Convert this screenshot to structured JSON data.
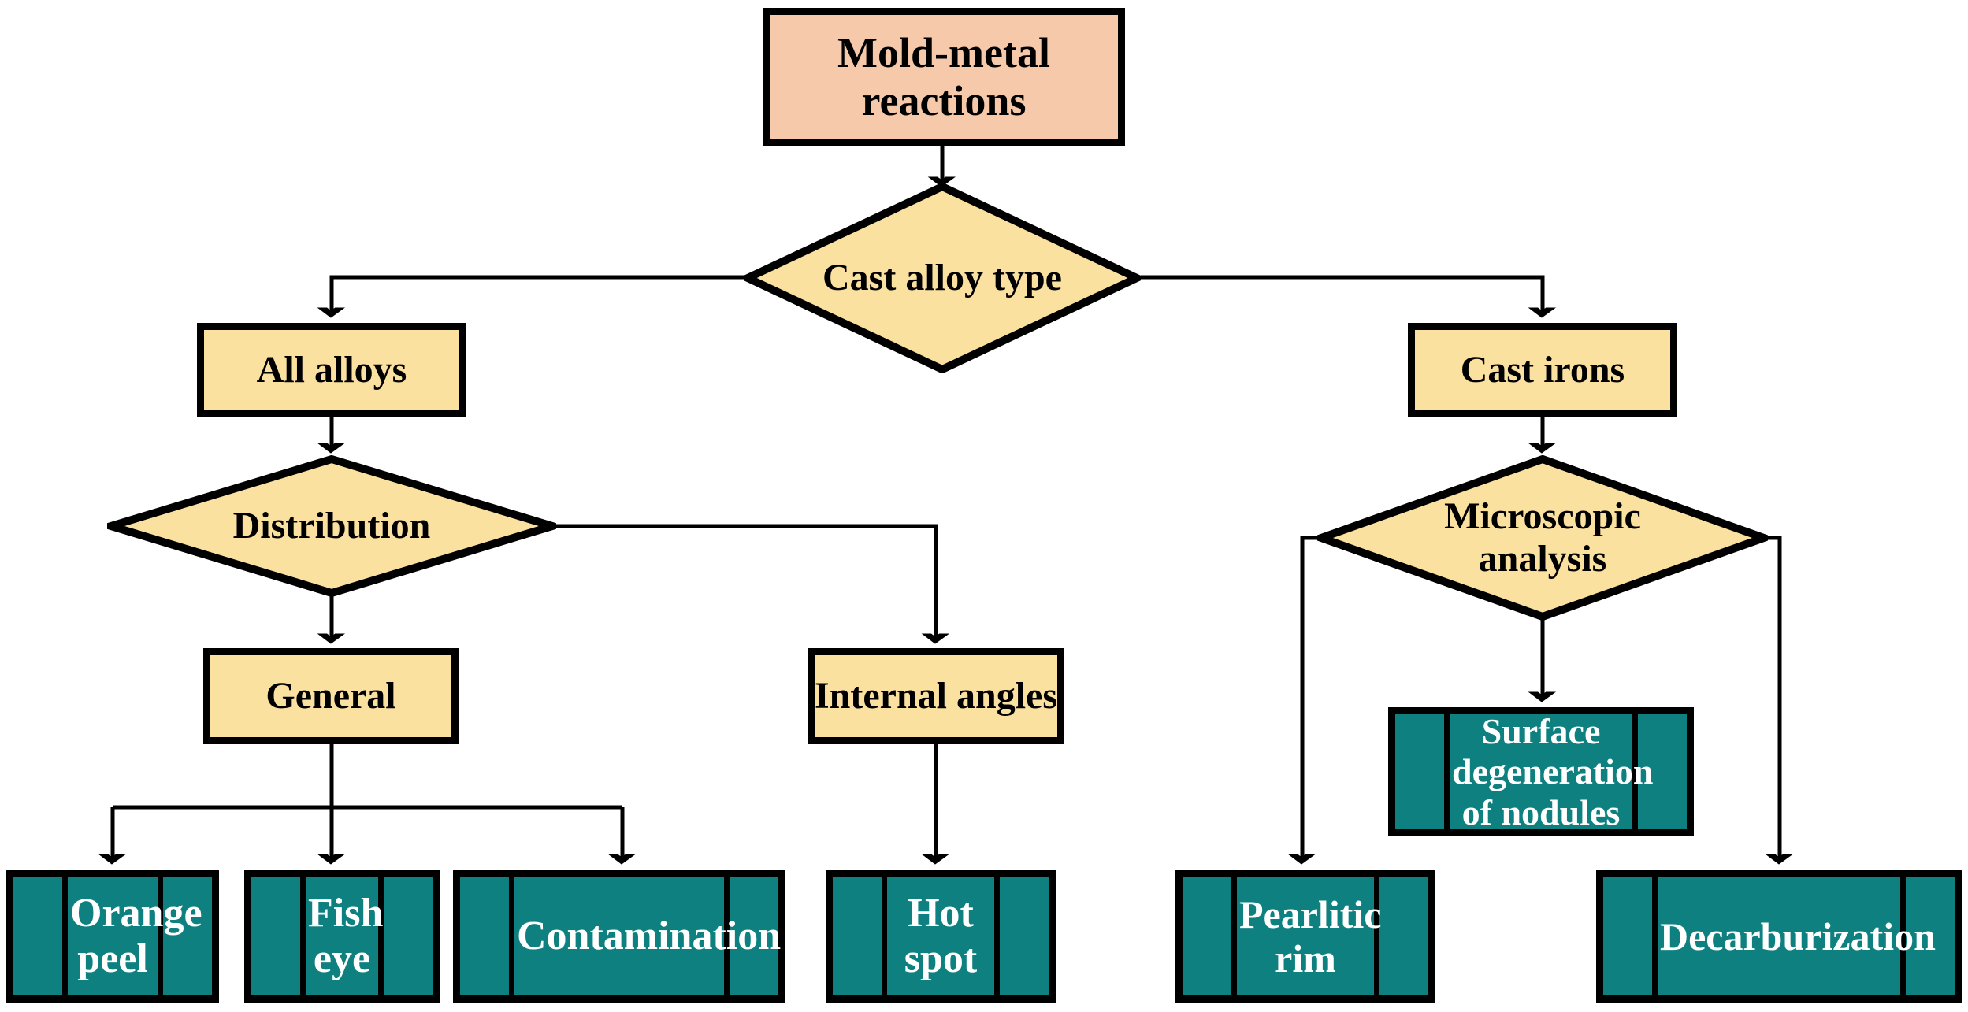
{
  "diagram": {
    "title": "Mold-metal reactions flowchart",
    "colors": {
      "root_fill": "#f6c9ab",
      "stage_fill": "#fbe1a0",
      "decision_fill": "#fbe1a0",
      "defect_fill": "#0e8080",
      "stroke": "#000000",
      "defect_text": "#ffffff",
      "background": "#ffffff"
    },
    "nodes": {
      "root": {
        "label": "Mold-metal reactions",
        "shape": "rectangle"
      },
      "cast_alloy_type": {
        "label": "Cast alloy type",
        "shape": "diamond"
      },
      "all_alloys": {
        "label": "All alloys",
        "shape": "rectangle"
      },
      "cast_irons": {
        "label": "Cast irons",
        "shape": "rectangle"
      },
      "distribution": {
        "label": "Distribution",
        "shape": "diamond"
      },
      "microscopic_analysis": {
        "label": "Microscopic analysis",
        "shape": "diamond"
      },
      "general": {
        "label": "General",
        "shape": "rectangle"
      },
      "internal_angles": {
        "label": "Internal angles",
        "shape": "rectangle"
      },
      "orange_peel": {
        "label": "Orange peel",
        "shape": "predefined-process"
      },
      "fish_eye": {
        "label": "Fish eye",
        "shape": "predefined-process"
      },
      "contamination": {
        "label": "Contamination",
        "shape": "predefined-process"
      },
      "hot_spot": {
        "label": "Hot spot",
        "shape": "predefined-process"
      },
      "surface_degeneration": {
        "label": "Surface degeneration of  nodules",
        "shape": "predefined-process"
      },
      "pearlitic_rim": {
        "label": "Pearlitic rim",
        "shape": "predefined-process"
      },
      "decarburization": {
        "label": "Decarburization",
        "shape": "predefined-process"
      }
    },
    "edges": [
      {
        "from": "root",
        "to": "cast_alloy_type"
      },
      {
        "from": "cast_alloy_type",
        "to": "all_alloys"
      },
      {
        "from": "cast_alloy_type",
        "to": "cast_irons"
      },
      {
        "from": "all_alloys",
        "to": "distribution"
      },
      {
        "from": "cast_irons",
        "to": "microscopic_analysis"
      },
      {
        "from": "distribution",
        "to": "general"
      },
      {
        "from": "distribution",
        "to": "internal_angles"
      },
      {
        "from": "general",
        "to": "orange_peel"
      },
      {
        "from": "general",
        "to": "fish_eye"
      },
      {
        "from": "general",
        "to": "contamination"
      },
      {
        "from": "internal_angles",
        "to": "hot_spot"
      },
      {
        "from": "microscopic_analysis",
        "to": "surface_degeneration"
      },
      {
        "from": "microscopic_analysis",
        "to": "pearlitic_rim"
      },
      {
        "from": "microscopic_analysis",
        "to": "decarburization"
      }
    ]
  }
}
